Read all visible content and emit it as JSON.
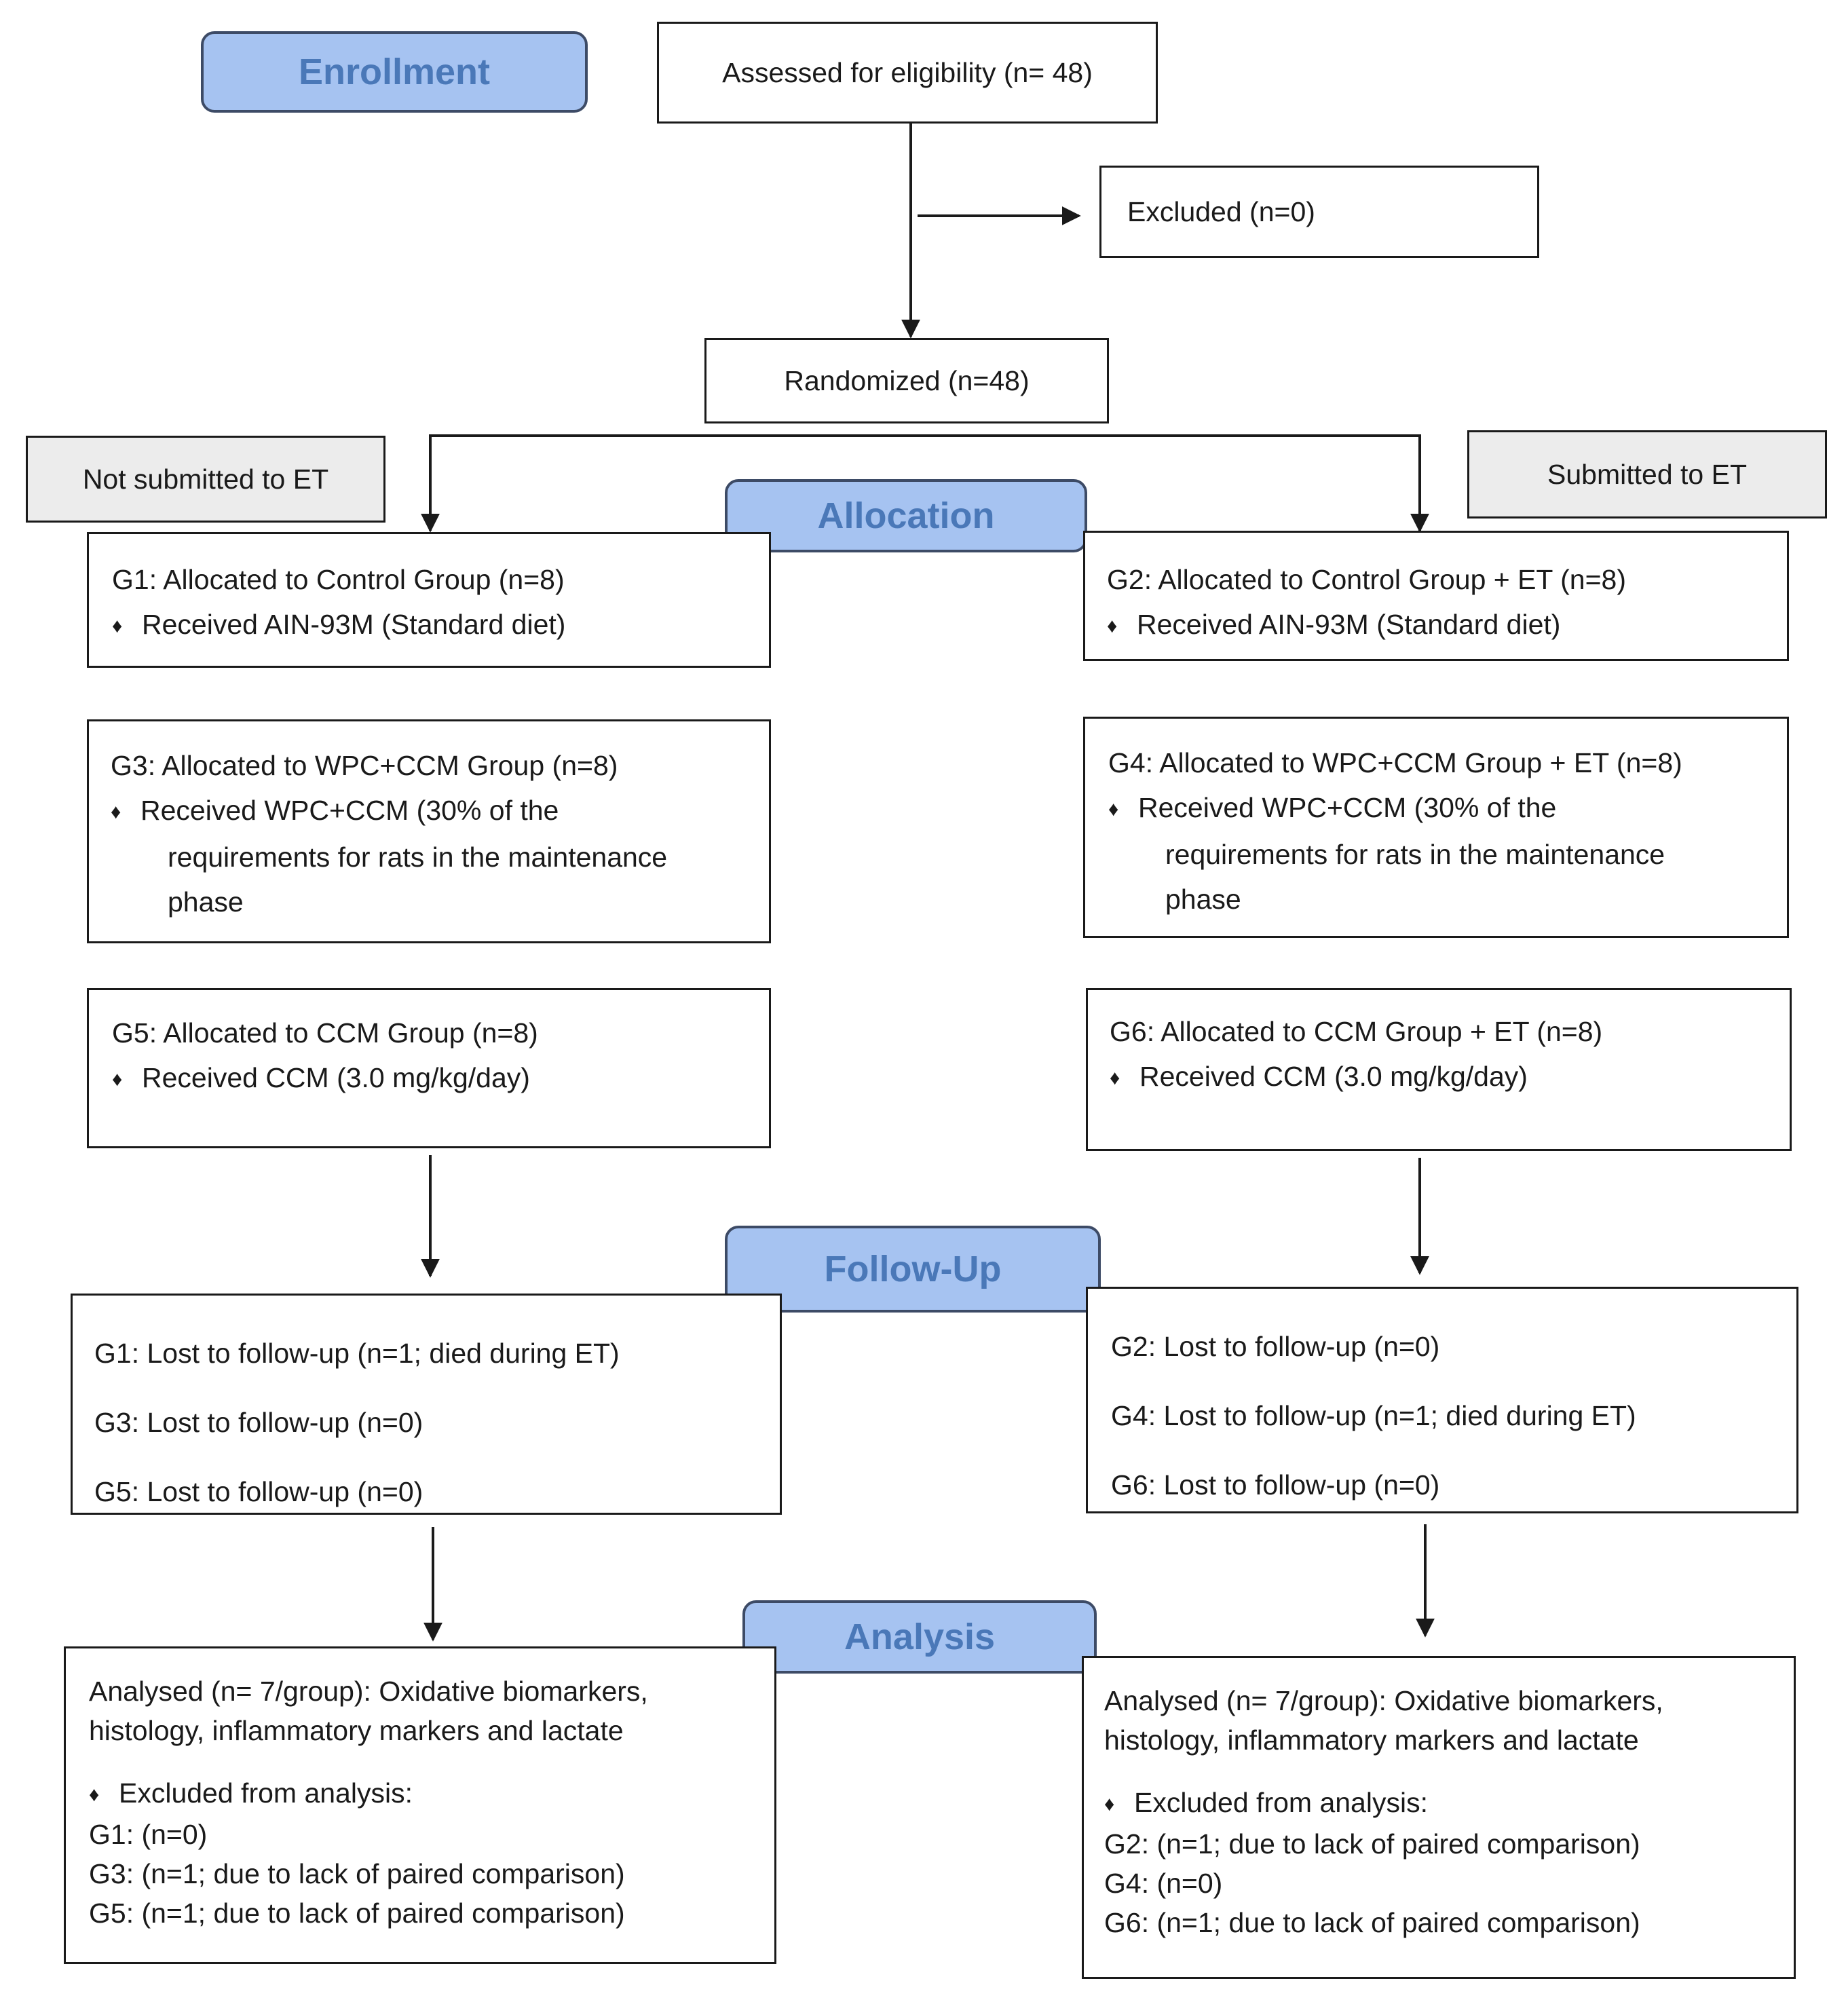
{
  "stages": {
    "enrollment": "Enrollment",
    "allocation": "Allocation",
    "followup": "Follow-Up",
    "analysis": "Analysis"
  },
  "assessed": "Assessed for eligibility (n= 48)",
  "excluded": "Excluded (n=0)",
  "randomized": "Randomized (n=48)",
  "not_submitted": "Not submitted to ET",
  "submitted": "Submitted to ET",
  "bullet_symbol": "♦",
  "groups": {
    "g1": {
      "title": "G1: Allocated to Control Group (n=8)",
      "detail": "Received AIN-93M (Standard diet)"
    },
    "g2": {
      "title": "G2: Allocated to Control Group + ET (n=8)",
      "detail": "Received AIN-93M (Standard diet)"
    },
    "g3": {
      "title": "G3: Allocated to WPC+CCM Group (n=8)",
      "detail": "Received WPC+CCM (30% of the",
      "detail2": "requirements for rats in the maintenance",
      "detail3": "phase"
    },
    "g4": {
      "title": "G4: Allocated to WPC+CCM Group + ET (n=8)",
      "detail": "Received WPC+CCM (30% of the",
      "detail2": "requirements for rats in the maintenance",
      "detail3": "phase"
    },
    "g5": {
      "title": "G5: Allocated to CCM Group (n=8)",
      "detail": "Received CCM (3.0 mg/kg/day)"
    },
    "g6": {
      "title": "G6: Allocated to CCM Group + ET (n=8)",
      "detail": "Received CCM (3.0 mg/kg/day)"
    }
  },
  "followup_left": [
    "G1: Lost to follow-up (n=1; died during ET)",
    "G3: Lost to follow-up (n=0)",
    "G5: Lost to follow-up (n=0)"
  ],
  "followup_right": [
    "G2: Lost to follow-up (n=0)",
    "G4: Lost to follow-up (n=1; died during ET)",
    "G6: Lost to follow-up (n=0)"
  ],
  "analysis_left": {
    "line1": "Analysed (n= 7/group): Oxidative biomarkers,",
    "line2": "histology, inflammatory markers and lactate",
    "excluded_label": "Excluded from analysis:",
    "items": [
      "G1: (n=0)",
      "G3: (n=1; due to lack of paired comparison)",
      "G5: (n=1; due to lack of paired comparison)"
    ]
  },
  "analysis_right": {
    "line1": "Analysed (n= 7/group): Oxidative biomarkers,",
    "line2": "histology, inflammatory markers and lactate",
    "excluded_label": "Excluded from analysis:",
    "items": [
      "G2: (n=1; due to lack of paired comparison)",
      "G4: (n=0)",
      "G6: (n=1; due to lack of paired comparison)"
    ]
  }
}
